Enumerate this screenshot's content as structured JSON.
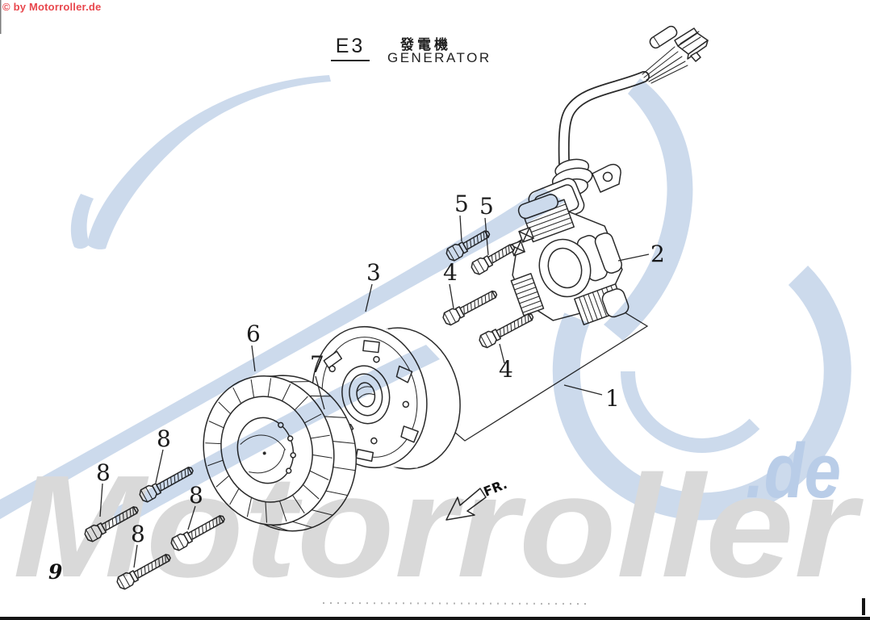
{
  "copyright": "© by Motorroller.de",
  "header": {
    "section_code": "E3",
    "title_zh": "發電機",
    "title_en": "GENERATOR"
  },
  "diagram": {
    "direction_label": "FR.",
    "page_number": "9",
    "callouts": {
      "c1": "1",
      "c2": "2",
      "c3": "3",
      "c4": "4",
      "c5": "5",
      "c6": "6",
      "c7": "7",
      "c8": "8",
      "c9": "9"
    }
  },
  "watermark": {
    "brand": "Motorroller",
    "tld": ".de"
  },
  "colors": {
    "copyright_red": "#e8474d",
    "watermark_blue": "#ccdaec",
    "domain_blue": "#b9cde8",
    "watermark_gray": "#d9d9d9",
    "ink": "#2a2a2a"
  }
}
